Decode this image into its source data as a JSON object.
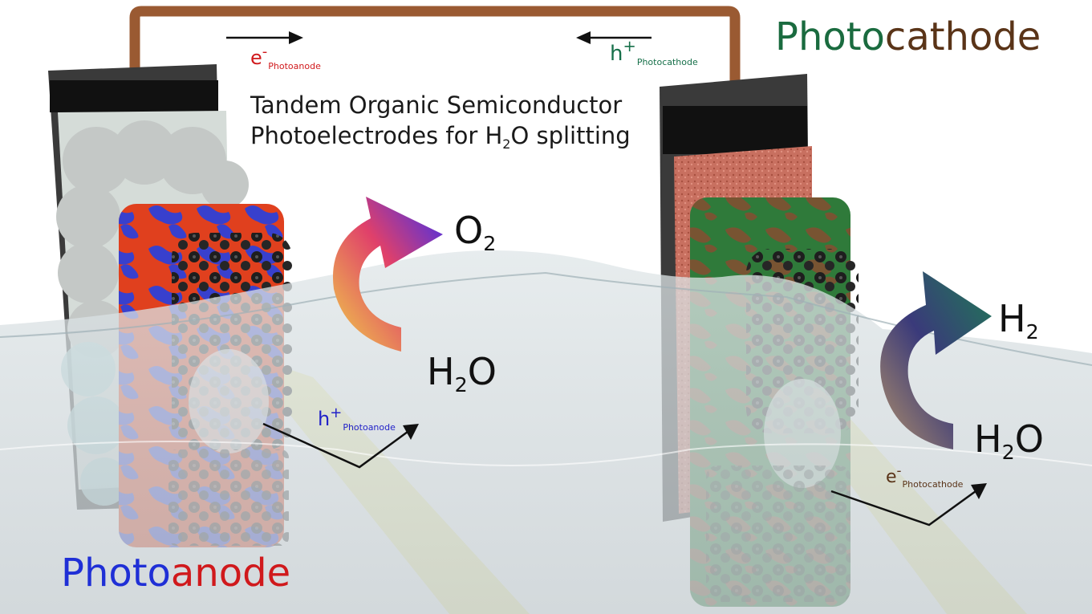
{
  "diagram": {
    "title_line1": "Tandem Organic Semiconductor",
    "title_line2_pre": "Photoelectrodes for H",
    "title_line2_sub": "2",
    "title_line2_post": "O splitting",
    "photocathode_title": {
      "part1": "Photo",
      "part2": "cathode",
      "color1": "#1a6b3f",
      "color2": "#5a3418"
    },
    "photoanode_title": {
      "part1": "Photo",
      "part2": "anode",
      "color1": "#1f2fd6",
      "color2": "#d0191c"
    },
    "o2": {
      "main": "O",
      "sub": "2"
    },
    "h2o_anode": {
      "pre": "H",
      "sub": "2",
      "post": "O"
    },
    "h2": {
      "main": "H",
      "sub": "2"
    },
    "h2o_cathode": {
      "pre": "H",
      "sub": "2",
      "post": "O"
    },
    "e_photoanode": {
      "main": "e",
      "sup": "-",
      "sub": "Photoanode",
      "color": "#d0191c"
    },
    "h_photocathode": {
      "main": "h",
      "sup": "+",
      "sub": "Photocathode",
      "color": "#17704a"
    },
    "h_photoanode": {
      "main": "h",
      "sup": "+",
      "sub": "Photoanode",
      "color": "#2222c8"
    },
    "e_photocathode": {
      "main": "e",
      "sup": "-",
      "sub": "Photocathode",
      "color": "#5a3418"
    },
    "colors": {
      "wire": "#9a5a32",
      "anode_film": "#e0401e",
      "anode_domain": "#2540e0",
      "cathode_film": "#2f7a3a",
      "cathode_domain": "#8a4a30",
      "water": "#c9d2d6",
      "light_beam": "#f0ea70",
      "o2_arrow_top": "#3a2ef0",
      "o2_arrow_bottom": "#f0d048",
      "h2_arrow_top": "#1f7a55",
      "h2_arrow_bottom": "#b0906a"
    }
  }
}
